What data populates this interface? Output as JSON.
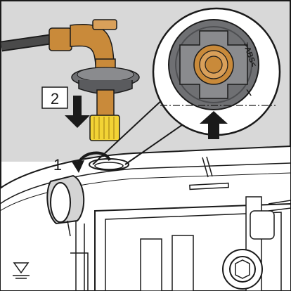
{
  "steps": {
    "step_1": "1",
    "step_2": "2"
  },
  "detail": {
    "marking": ">ABS<",
    "mark_x": "X"
  },
  "colors": {
    "background_panel": "#d8d8d8",
    "brass_fitting": "#c98a3a",
    "yellow_nut": "#f2d335",
    "dark_gray_disc": "#6f7073",
    "hose": "#4a4a4a",
    "outline": "#1a1a1a"
  },
  "icons": {
    "arrow_down": "arrow-down-icon",
    "arrow_up": "arrow-up-icon",
    "rotate": "rotate-arrow-icon",
    "floor_symbol": "floor-level-icon"
  }
}
